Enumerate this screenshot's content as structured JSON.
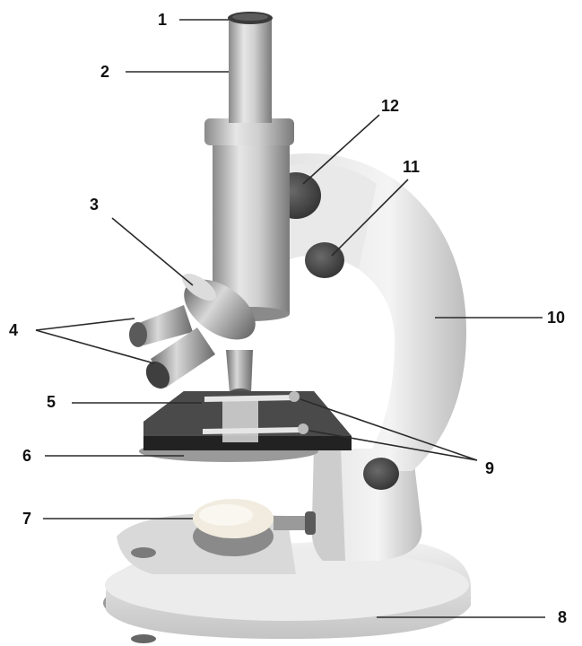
{
  "labels": {
    "l1": "1",
    "l2": "2",
    "l3": "3",
    "l4": "4",
    "l5": "5",
    "l6": "6",
    "l7": "7",
    "l8": "8",
    "l9": "9",
    "l10": "10",
    "l11": "11",
    "l12": "12"
  },
  "colors": {
    "leader_line": "#2a2a2a",
    "metal_light": "#eeeeee",
    "metal_mid": "#c9c9c9",
    "metal_dark": "#7d7d7d",
    "stage": "#3a3a3a",
    "knob": "#4a4a4a"
  }
}
